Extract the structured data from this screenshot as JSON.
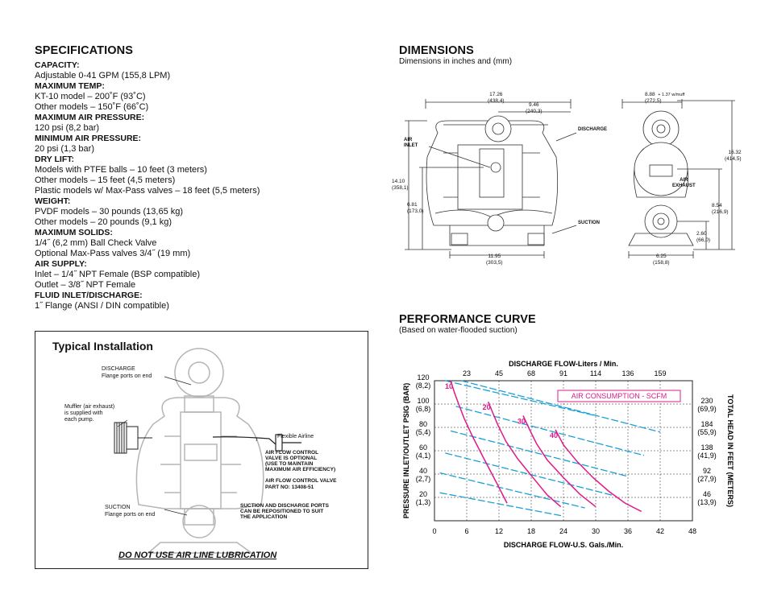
{
  "specifications": {
    "title": "SPECIFICATIONS",
    "items": [
      {
        "label": "CAPACITY:",
        "lines": [
          "Adjustable 0-41 GPM (155,8 LPM)"
        ]
      },
      {
        "label": "MAXIMUM TEMP:",
        "lines": [
          "KT-10 model – 200˚F (93˚C)",
          "Other models – 150˚F (66˚C)"
        ]
      },
      {
        "label": "MAXIMUM AIR PRESSURE:",
        "lines": [
          "120 psi (8,2 bar)"
        ]
      },
      {
        "label": "MINIMUM AIR PRESSURE:",
        "lines": [
          "20 psi (1,3 bar)"
        ]
      },
      {
        "label": "DRY LIFT:",
        "lines": [
          "Models with PTFE balls – 10 feet (3 meters)",
          "Other models – 15 feet (4,5 meters)",
          "Plastic models w/ Max-Pass valves – 18 feet (5,5 meters)"
        ]
      },
      {
        "label": "WEIGHT:",
        "lines": [
          "PVDF models – 30 pounds (13,65 kg)",
          "Other models – 20 pounds (9,1 kg)"
        ]
      },
      {
        "label": "MAXIMUM SOLIDS:",
        "lines": [
          "1/4˝ (6,2 mm) Ball Check Valve",
          "Optional Max-Pass valves  3/4˝ (19 mm)"
        ]
      },
      {
        "label": "AIR SUPPLY:",
        "lines": [
          "Inlet – 1/4˝ NPT Female (BSP compatible)",
          "Outlet – 3/8˝ NPT Female"
        ]
      },
      {
        "label": "FLUID INLET/DISCHARGE:",
        "lines": [
          "1˝ Flange (ANSI / DIN compatible)"
        ]
      }
    ]
  },
  "installation": {
    "title": "Typical Installation",
    "discharge": [
      "DISCHARGE",
      "Flange ports on end"
    ],
    "muffler": [
      "Muffler (air exhaust)",
      "is supplied with",
      "each pump."
    ],
    "flexible_airline": "Flexible Airline",
    "valve_optional": [
      "AIR FLOW CONTROL",
      "VALVE IS OPTIONAL",
      "(USE TO MAINTAIN",
      "MAXIMUM AIR EFFICIENCY)"
    ],
    "valve_part": [
      "AIR FLOW CONTROL VALVE",
      "PART NO: 13408-51"
    ],
    "suction": [
      "SUCTION",
      "Flange ports on end"
    ],
    "reposition": [
      "SUCTION AND DISCHARGE PORTS",
      "CAN BE REPOSITIONED TO SUIT",
      "THE APPLICATION"
    ],
    "warning": "DO NOT USE AIR LINE LUBRICATION"
  },
  "dimensions": {
    "title": "DIMENSIONS",
    "subtitle": "Dimensions in inches and (mm)",
    "front": {
      "d1": [
        "17.26",
        "(438,4)"
      ],
      "d2": [
        "9.46",
        "(240,3)"
      ],
      "air_inlet": [
        "AIR",
        "INLET"
      ],
      "discharge": "DISCHARGE",
      "suction": "SUCTION",
      "height": [
        "14.10",
        "(358,1)"
      ],
      "mid": [
        "6.81",
        "(173,0)"
      ],
      "base": [
        "11.95",
        "(303,5)"
      ]
    },
    "side": {
      "top": [
        "8.88",
        "(272,5)"
      ],
      "muff": "+ 1.37 w/muff",
      "height": [
        "16.32",
        "(414,5)"
      ],
      "air_exhaust": [
        "AIR",
        "EXHAUST"
      ],
      "mid": [
        "8.54",
        "(216,9)"
      ],
      "low": [
        "2.60",
        "(66,0)"
      ],
      "base": [
        "6.25",
        "(158,8)"
      ]
    }
  },
  "performance": {
    "title": "PERFORMANCE CURVE",
    "subtitle": "(Based on water-flooded suction)",
    "top_axis_title": "DISCHARGE FLOW-Liters / Min.",
    "bottom_axis_title": "DISCHARGE FLOW-U.S. Gals./Min.",
    "left_axis_title": "PRESSURE INLET/OUTLET PSIG (BAR)",
    "right_axis_title": "TOTAL HEAD IN FEET (METERS)",
    "legend": "AIR CONSUMPTION - SCFM",
    "curve_color": "#e0198a",
    "isoline_color": "#1aa0d6"
  },
  "chart_data": {
    "type": "line",
    "title": "PERFORMANCE CURVE",
    "x": [
      0,
      6,
      12,
      18,
      24,
      30,
      36,
      42,
      48
    ],
    "x_tick_labels": [
      "0",
      "6",
      "12",
      "18",
      "24",
      "30",
      "36",
      "42",
      "48"
    ],
    "x2_tick_labels": [
      "23",
      "45",
      "68",
      "91",
      "114",
      "136",
      "159"
    ],
    "y_tick_labels": [
      {
        "v": 120,
        "l1": "120",
        "l2": "(8,2)"
      },
      {
        "v": 100,
        "l1": "100",
        "l2": "(6,8)"
      },
      {
        "v": 80,
        "l1": "80",
        "l2": "(5,4)"
      },
      {
        "v": 60,
        "l1": "60",
        "l2": "(4,1)"
      },
      {
        "v": 40,
        "l1": "40",
        "l2": "(2,7)"
      },
      {
        "v": 20,
        "l1": "20",
        "l2": "(1,3)"
      }
    ],
    "y2_tick_labels": [
      {
        "v": 100,
        "l1": "230",
        "l2": "(69,9)"
      },
      {
        "v": 80,
        "l1": "184",
        "l2": "(55,9)"
      },
      {
        "v": 60,
        "l1": "138",
        "l2": "(41,9)"
      },
      {
        "v": 40,
        "l1": "92",
        "l2": "(27,9)"
      },
      {
        "v": 20,
        "l1": "46",
        "l2": "(13,9)"
      }
    ],
    "xlabel": "DISCHARGE FLOW-U.S. Gals./Min.",
    "ylabel": "PRESSURE INLET/OUTLET PSIG (BAR)",
    "xlim": [
      0,
      48
    ],
    "ylim": [
      0,
      120
    ],
    "series": [
      {
        "name": "10",
        "x": [
          3,
          3.7,
          4.5,
          5.5,
          7,
          9,
          11.5,
          13.5
        ],
        "y": [
          120,
          110,
          100,
          88,
          73,
          55,
          33,
          15
        ]
      },
      {
        "name": "20",
        "x": [
          10,
          10.8,
          11.8,
          13.3,
          15.5,
          18.5,
          21,
          23.5
        ],
        "y": [
          102,
          93,
          82,
          68,
          53,
          36,
          22,
          12
        ]
      },
      {
        "name": "30",
        "x": [
          16.5,
          17.5,
          19,
          21,
          24,
          27,
          30
        ],
        "y": [
          90,
          80,
          66,
          52,
          37,
          23,
          12
        ]
      },
      {
        "name": "40",
        "x": [
          22.5,
          24,
          26.5,
          29.5,
          32.5,
          35.5,
          38.5
        ],
        "y": [
          78,
          65,
          51,
          37,
          25,
          15,
          8
        ]
      }
    ],
    "isolines": [
      {
        "x": [
          2,
          30
        ],
        "y": [
          120,
          90
        ]
      },
      {
        "x": [
          5,
          42
        ],
        "y": [
          120,
          76
        ]
      },
      {
        "x": [
          4,
          39
        ],
        "y": [
          98,
          56
        ]
      },
      {
        "x": [
          3,
          36
        ],
        "y": [
          77,
          38
        ]
      },
      {
        "x": [
          2,
          33
        ],
        "y": [
          58,
          22
        ]
      },
      {
        "x": [
          1,
          28
        ],
        "y": [
          41,
          11
        ]
      },
      {
        "x": [
          1,
          24
        ],
        "y": [
          24,
          4
        ]
      }
    ],
    "grid": true,
    "legend_position": "top-right"
  }
}
